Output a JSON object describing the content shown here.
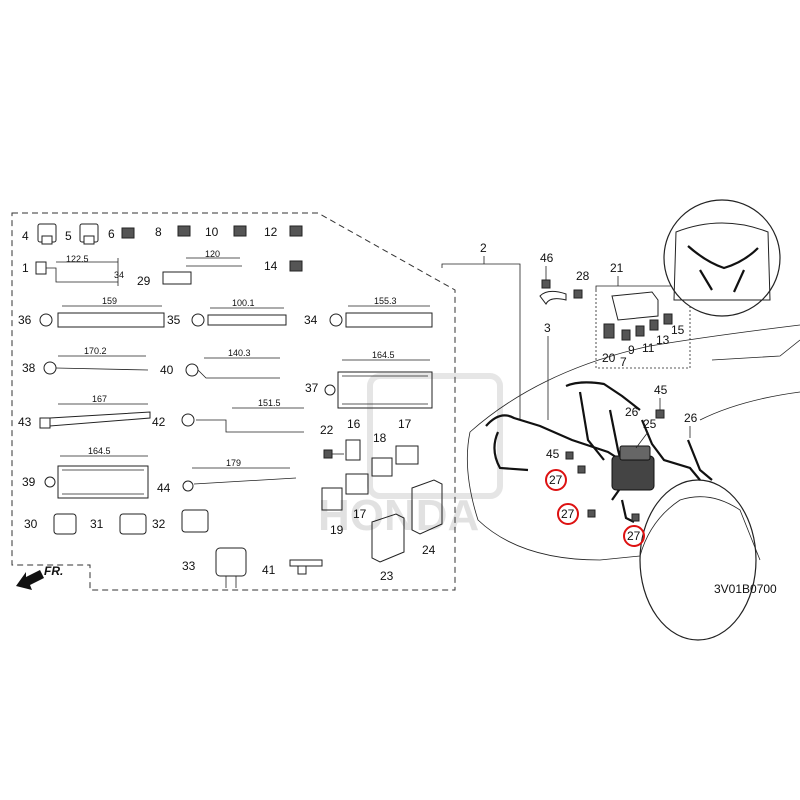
{
  "diagram": {
    "code": "3V01B0700",
    "direction_label": "FR.",
    "watermark": "HONDA",
    "callouts": {
      "c1": "1",
      "c2": "2",
      "c3": "3",
      "c4": "4",
      "c5": "5",
      "c6": "6",
      "c7": "7",
      "c8": "8",
      "c9": "9",
      "c10": "10",
      "c11": "11",
      "c12": "12",
      "c13": "13",
      "c14": "14",
      "c15": "15",
      "c16": "16",
      "c17a": "17",
      "c17b": "17",
      "c18": "18",
      "c19": "19",
      "c20": "20",
      "c21": "21",
      "c22": "22",
      "c23": "23",
      "c24": "24",
      "c25": "25",
      "c26a": "26",
      "c26b": "26",
      "c27a": "27",
      "c27b": "27",
      "c27c": "27",
      "c28": "28",
      "c29": "29",
      "c30": "30",
      "c31": "31",
      "c32": "32",
      "c33": "33",
      "c34": "34",
      "c35": "35",
      "c36": "36",
      "c37": "37",
      "c38": "38",
      "c39": "39",
      "c40": "40",
      "c41": "41",
      "c42": "42",
      "c43": "43",
      "c44": "44",
      "c45a": "45",
      "c45b": "45",
      "c46": "46"
    },
    "dimensions": {
      "d1_len": "122.5",
      "d1_h": "34",
      "d29": "120",
      "d36": "159",
      "d35": "100.1",
      "d34": "155.3",
      "d38": "170.2",
      "d40": "140.3",
      "d37": "164.5",
      "d43": "167",
      "d42": "151.5",
      "d39": "164.5",
      "d44": "179"
    }
  }
}
